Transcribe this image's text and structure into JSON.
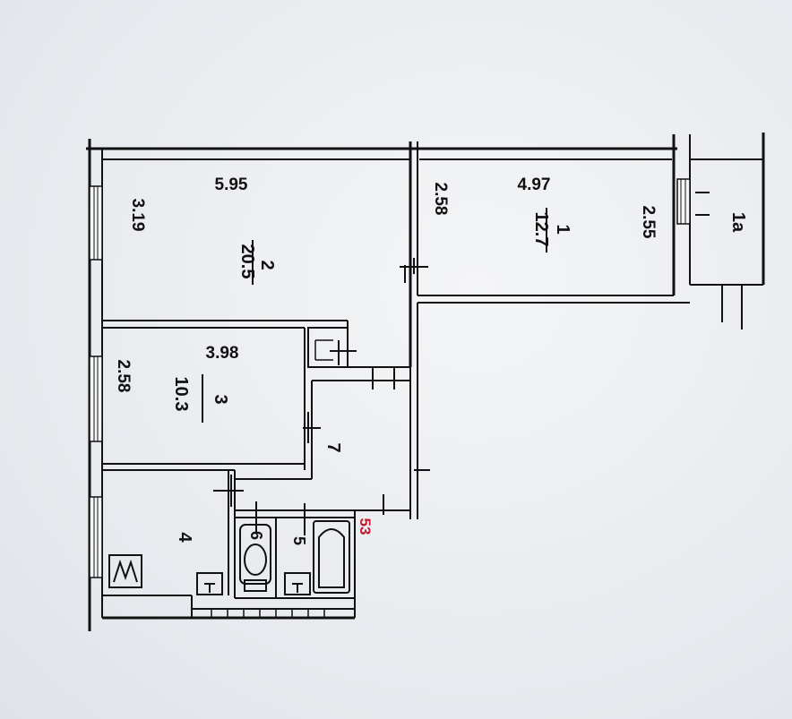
{
  "rooms": [
    {
      "id": "room-1",
      "number": "1",
      "area": "12.7",
      "length": "4.97",
      "width": "2.55",
      "width2": "2.58"
    },
    {
      "id": "room-1a",
      "number": "1a"
    },
    {
      "id": "room-2",
      "number": "2",
      "area": "20.5",
      "length": "5.95",
      "width": "3.19"
    },
    {
      "id": "room-3",
      "number": "3",
      "area": "10.3",
      "length": "3.98",
      "width": "2.58"
    },
    {
      "id": "room-4",
      "number": "4"
    },
    {
      "id": "room-5",
      "number": "5"
    },
    {
      "id": "room-6",
      "number": "6"
    },
    {
      "id": "room-7",
      "number": "7"
    }
  ],
  "stamp": "53",
  "colors": {
    "ink": "#111111",
    "stamp": "#c3172b",
    "paper": "#eef0f2"
  }
}
